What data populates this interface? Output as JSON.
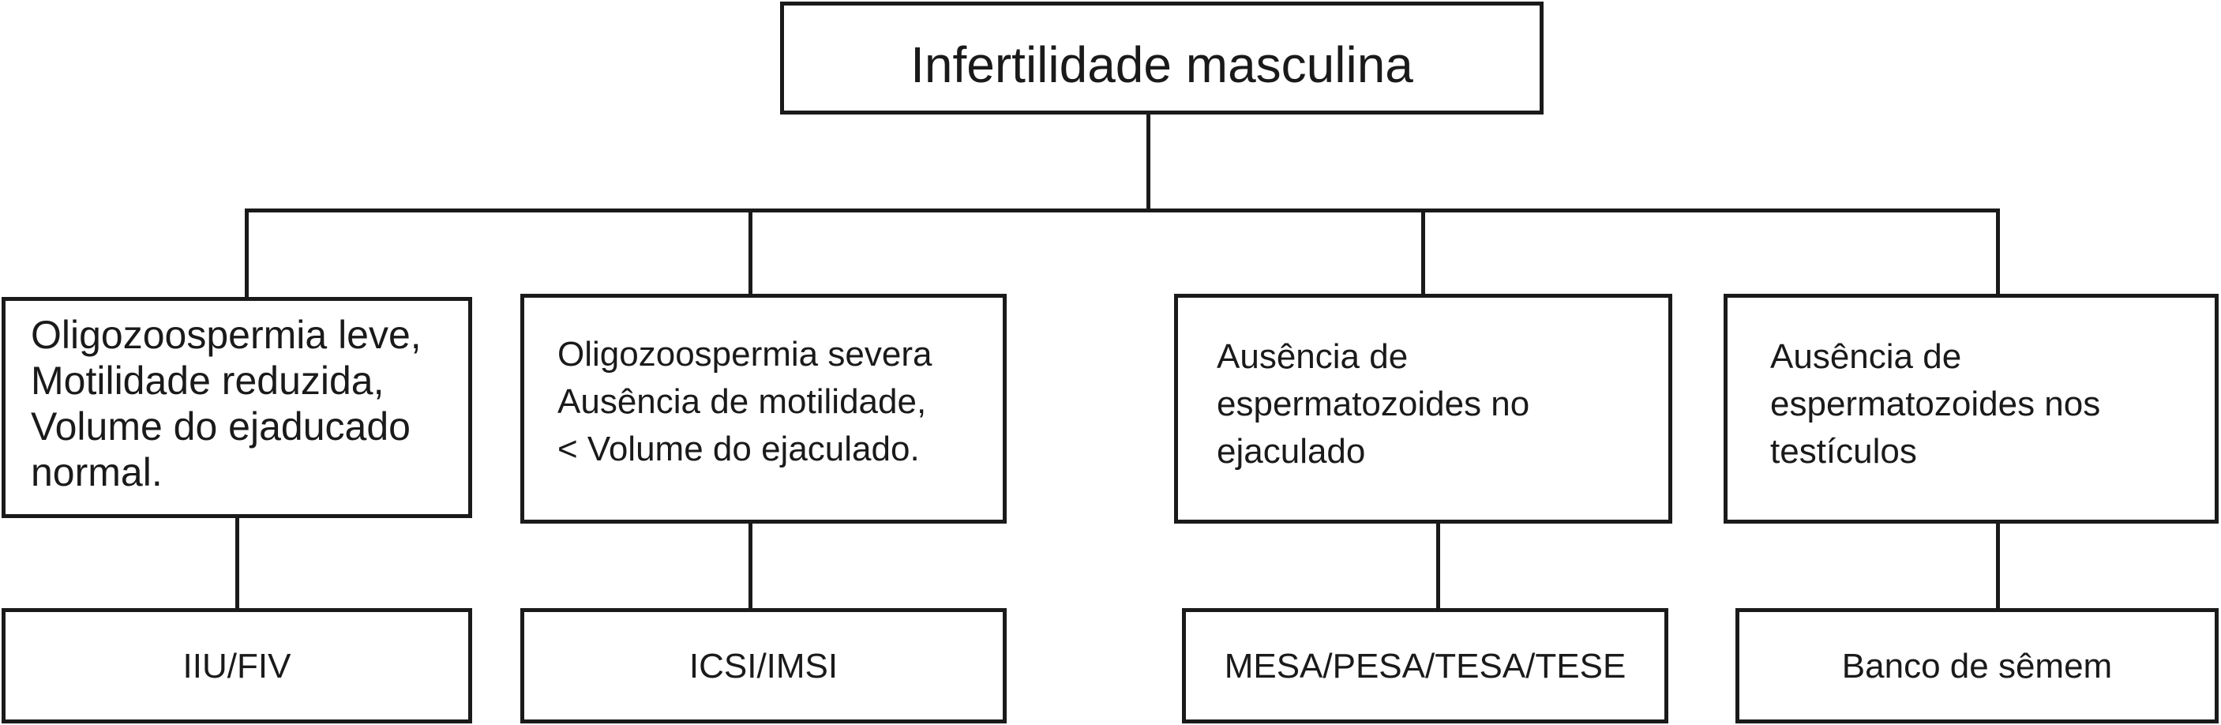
{
  "root": {
    "title": "Infertilidade masculina"
  },
  "branches": [
    {
      "condition_lines": [
        "Oligozoospermia leve,",
        "Motilidade reduzida,",
        "Volume do ejaducado",
        "normal."
      ],
      "treatment": "IIU/FIV"
    },
    {
      "condition_lines": [
        "Oligozoospermia severa",
        "Ausência de motilidade,",
        "< Volume do ejaculado."
      ],
      "treatment": "ICSI/IMSI"
    },
    {
      "condition_lines": [
        "Ausência de",
        "espermatozoides no",
        "ejaculado"
      ],
      "treatment": "MESA/PESA/TESA/TESE"
    },
    {
      "condition_lines": [
        "Ausência de",
        "espermatozoides nos",
        "testículos"
      ],
      "treatment": "Banco de sêmem"
    }
  ]
}
